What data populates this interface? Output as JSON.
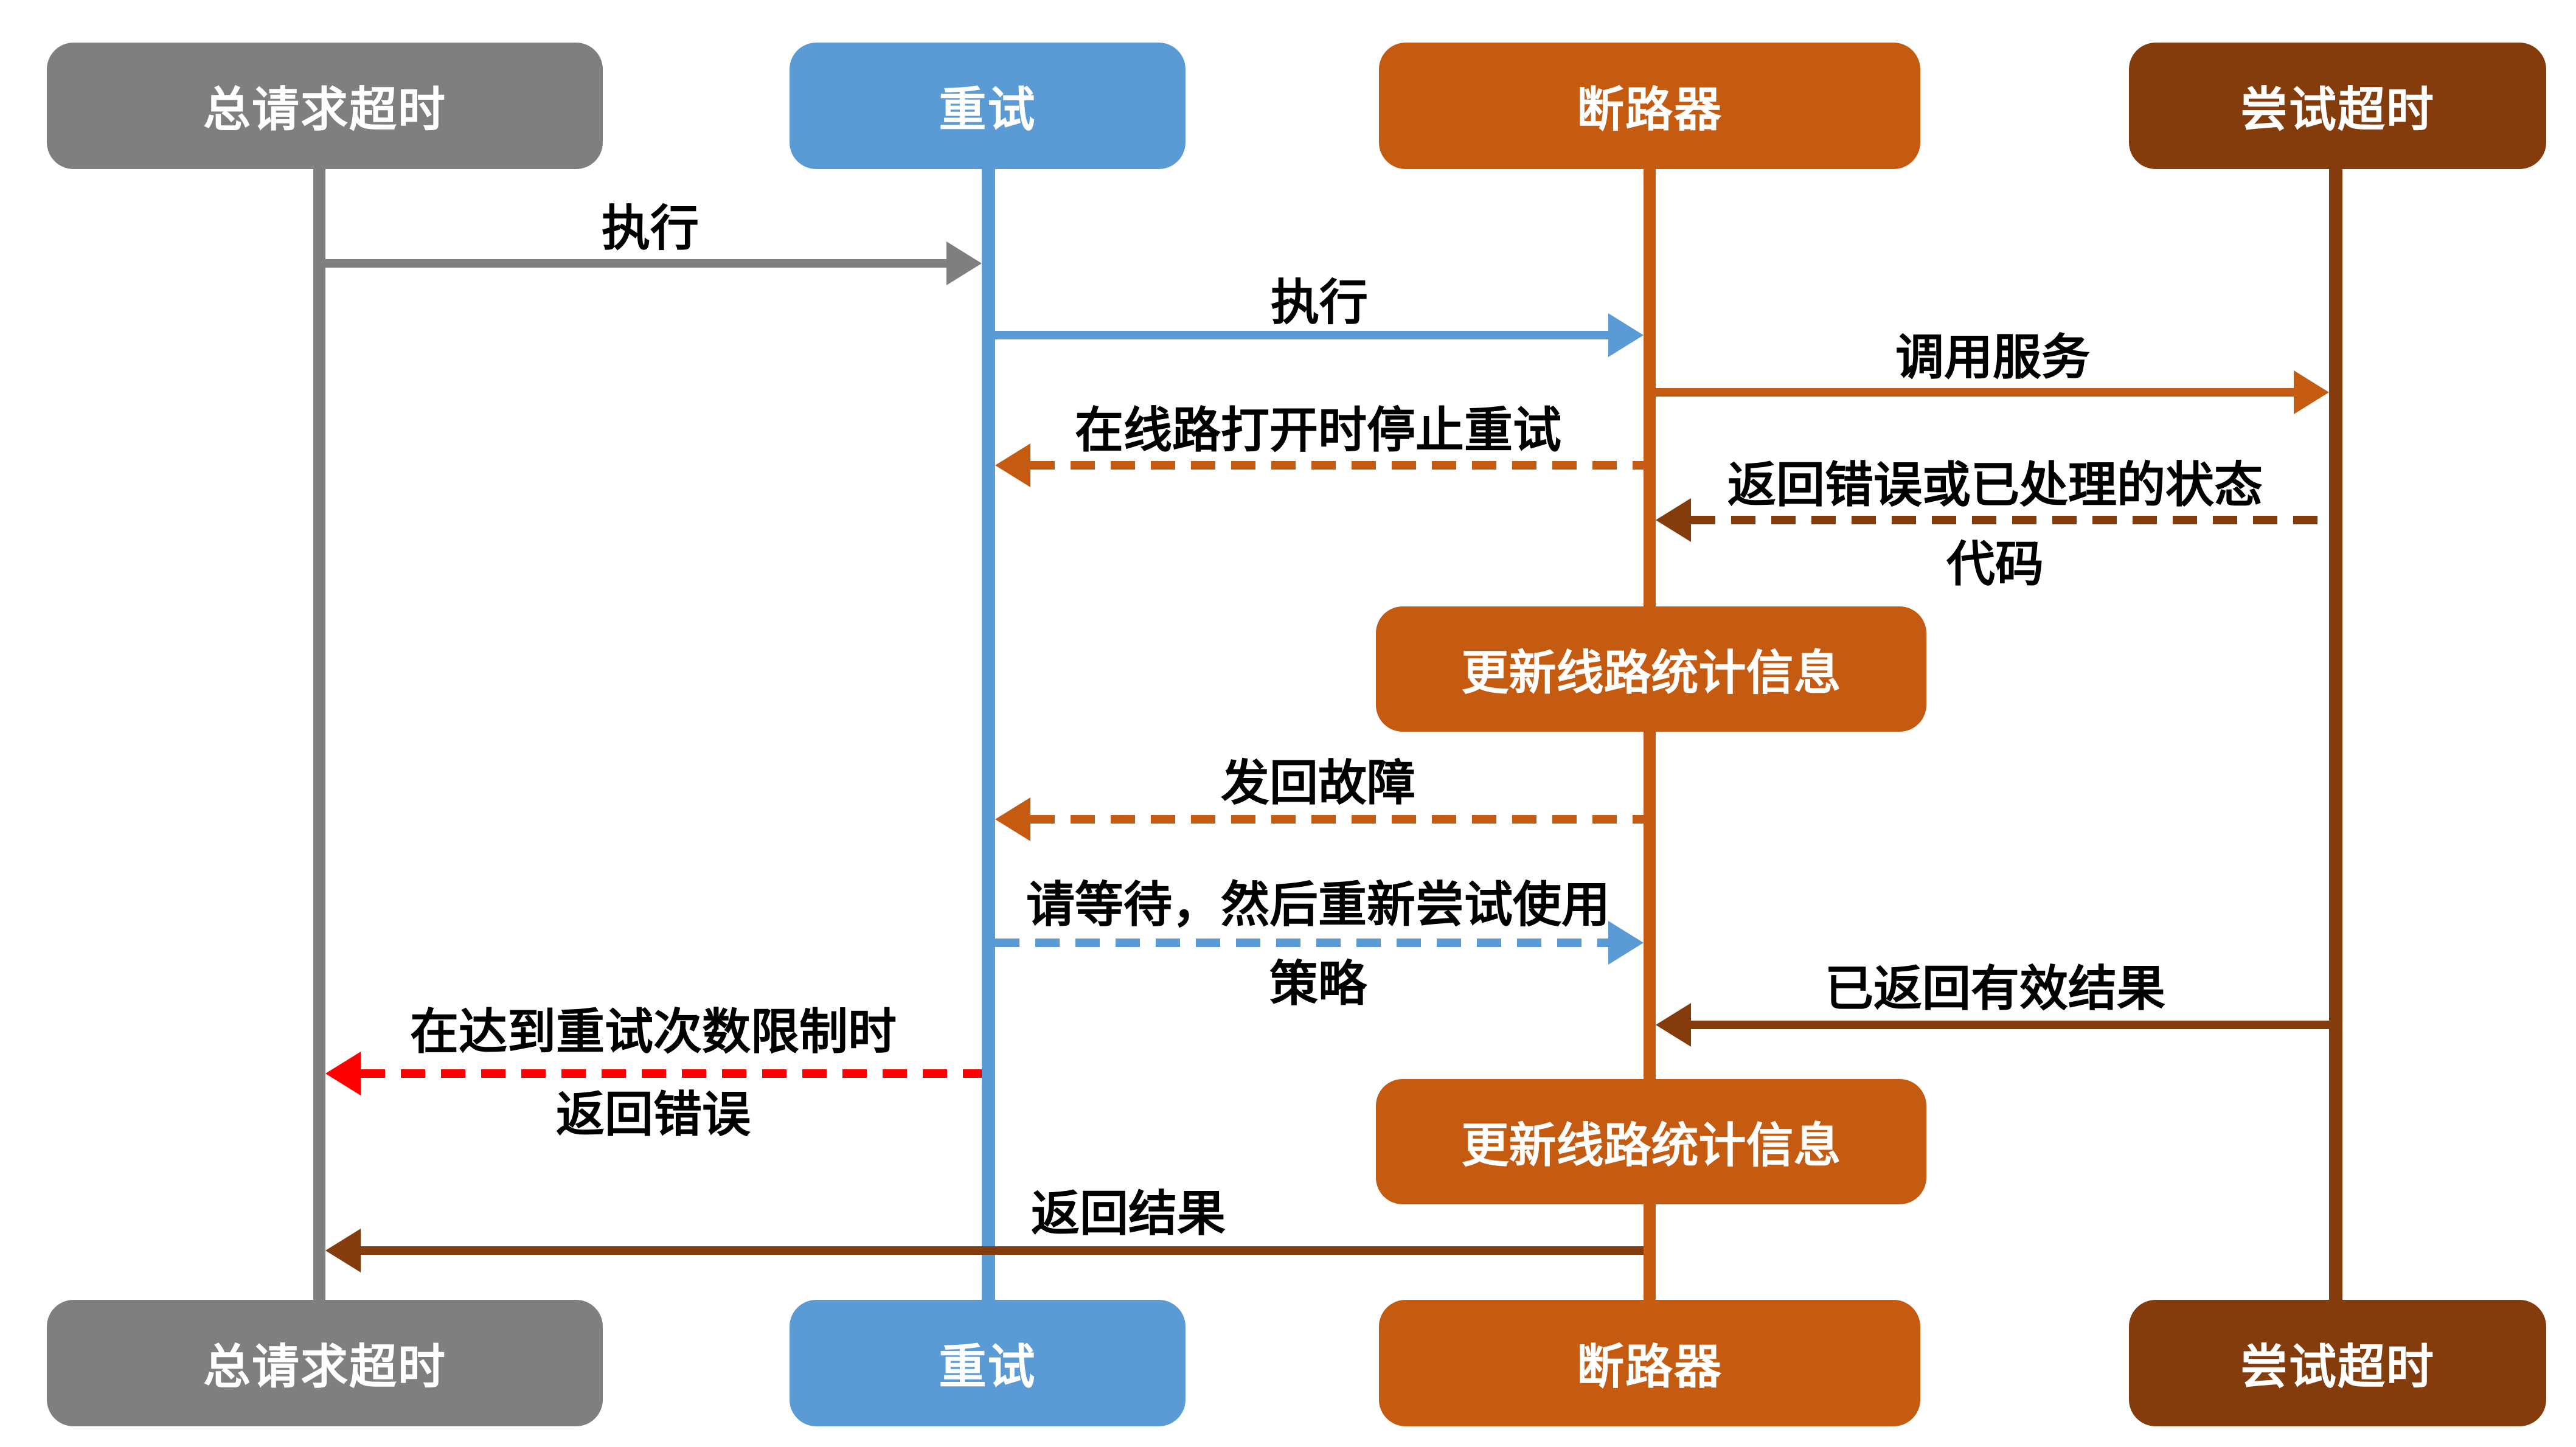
{
  "diagram_type": "sequence-diagram",
  "background": "#FFFFFF",
  "colors": {
    "gray": "#7F7F7F",
    "blue": "#5B9BD5",
    "orange": "#C55A11",
    "dark_brown": "#843C0C",
    "red": "#FF0000",
    "label_text": "#000000",
    "node_text": "#FFFFFF"
  },
  "lifelines": [
    {
      "id": "overall-request-timeout",
      "label": "总请求超时",
      "color": "#7F7F7F"
    },
    {
      "id": "retry",
      "label": "重试",
      "color": "#5B9BD5"
    },
    {
      "id": "circuit-breaker",
      "label": "断路器",
      "color": "#C55A11"
    },
    {
      "id": "attempt-timeout",
      "label": "尝试超时",
      "color": "#843C0C"
    }
  ],
  "activations": [
    {
      "id": "update-stats-1",
      "label": "更新线路统计信息",
      "on": "circuit-breaker",
      "color": "#C55A11"
    },
    {
      "id": "update-stats-2",
      "label": "更新线路统计信息",
      "on": "circuit-breaker",
      "color": "#C55A11"
    }
  ],
  "messages": [
    {
      "id": "execute-1",
      "label": "执行",
      "from": "overall-request-timeout",
      "to": "retry",
      "style": "solid",
      "color": "#7F7F7F"
    },
    {
      "id": "execute-2",
      "label": "执行",
      "from": "retry",
      "to": "circuit-breaker",
      "style": "solid",
      "color": "#5B9BD5"
    },
    {
      "id": "call-service",
      "label": "调用服务",
      "from": "circuit-breaker",
      "to": "attempt-timeout",
      "style": "solid",
      "color": "#C55A11"
    },
    {
      "id": "stop-retry-when-open",
      "label": "在线路打开时停止重试",
      "from": "circuit-breaker",
      "to": "retry",
      "style": "dashed",
      "color": "#C55A11"
    },
    {
      "id": "return-error-status",
      "lines": [
        "返回错误或已处理的状态",
        "代码"
      ],
      "from": "attempt-timeout",
      "to": "circuit-breaker",
      "style": "dashed",
      "color": "#843C0C"
    },
    {
      "id": "send-back-fault",
      "label": "发回故障",
      "from": "circuit-breaker",
      "to": "retry",
      "style": "dashed",
      "color": "#C55A11"
    },
    {
      "id": "wait-then-retry",
      "lines": [
        "请等待，然后重新尝试使用",
        "策略"
      ],
      "from": "retry",
      "to": "circuit-breaker",
      "style": "dashed",
      "color": "#5B9BD5"
    },
    {
      "id": "valid-result-returned",
      "label": "已返回有效结果",
      "from": "attempt-timeout",
      "to": "circuit-breaker",
      "style": "solid",
      "color": "#843C0C"
    },
    {
      "id": "retry-limit-error",
      "lines": [
        "在达到重试次数限制时",
        "返回错误"
      ],
      "from": "retry",
      "to": "overall-request-timeout",
      "style": "dashed",
      "color": "#FF0000"
    },
    {
      "id": "return-result",
      "label": "返回结果",
      "from": "circuit-breaker",
      "to": "overall-request-timeout",
      "style": "solid",
      "color": "#843C0C"
    }
  ]
}
